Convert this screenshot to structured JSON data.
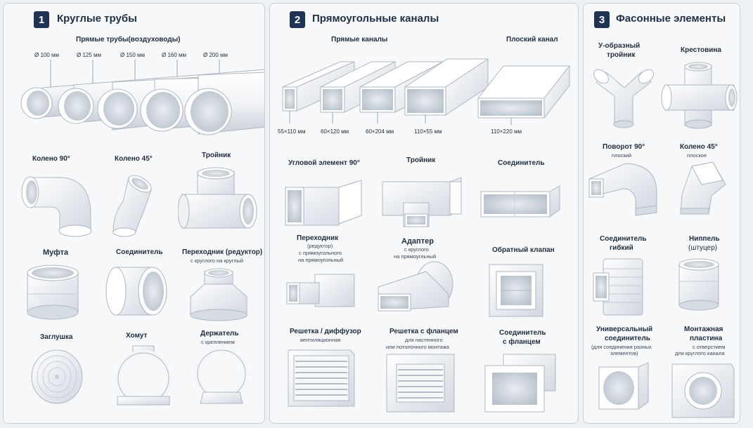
{
  "panels": {
    "round": {
      "number": "1",
      "title": "Круглые трубы",
      "straight_title": "Прямые трубы(воздуховоды)",
      "diameters": [
        "Ø 100 мм",
        "Ø 125 мм",
        "Ø 150 мм",
        "Ø 160 мм",
        "Ø 200 мм"
      ],
      "items": {
        "elbow90": "Колено 90°",
        "elbow45": "Колено 45°",
        "tee": "Тройник",
        "coupling": "Муфта",
        "connector": "Соединитель",
        "reducer": "Переходник (редуктор)",
        "reducer_sub": "с круглого на круглый",
        "cap": "Заглушка",
        "clamp": "Хомут",
        "holder": "Держатель",
        "holder_sub": "с креплением"
      }
    },
    "rect": {
      "number": "2",
      "title": "Прямоугольные каналы",
      "straight_title": "Прямые каналы",
      "flat_title": "Плоский канал",
      "sizes": [
        "55×110 мм",
        "60×120 мм",
        "60×204 мм",
        "110×55 мм",
        "110×220 мм"
      ],
      "items": {
        "corner90": "Угловой элемент 90°",
        "tee": "Тройник",
        "connector": "Соединитель",
        "reducer": "Переходник",
        "reducer_sub1": "(редуктор)",
        "reducer_sub2": "с прямоугольного",
        "reducer_sub3": "на прямоугольный",
        "adapter": "Адаптер",
        "adapter_sub1": "с круглого",
        "adapter_sub2": "на прямоугльный",
        "check_valve": "Обратный клапан",
        "grille": "Решетка / диффузор",
        "grille_sub": "вентиляционная",
        "flange_grille": "Решетка с фланцем",
        "flange_grille_sub1": "для настенного",
        "flange_grille_sub2": "или потолочного монтажа",
        "flange_conn1": "Соединитель",
        "flange_conn2": "с фланцем"
      }
    },
    "shaped": {
      "number": "3",
      "title": "Фасонные элементы",
      "items": {
        "ytee1": "У-образный",
        "ytee2": "тройник",
        "cross": "Крестовина",
        "turn90": "Поворот 90°",
        "turn90_sub": "плоский",
        "elbow45": "Колено 45°",
        "elbow45_sub": "плоское",
        "flex1": "Соединитель",
        "flex2": "гибкий",
        "nipple": "Ниппель",
        "nipple_sub": "(штуцер)",
        "univ1": "Универсальный",
        "univ2": "соединитель",
        "univ_sub1": "(для соединения разных",
        "univ_sub2": "элементов)",
        "plate1": "Монтажная",
        "plate2": "пластина",
        "plate_sub1": "с отверстием",
        "plate_sub2": "для круглого канала"
      }
    }
  },
  "colors": {
    "accent": "#1f3354",
    "part_light": "#ffffff",
    "part_shade": "#d5dbe2"
  }
}
